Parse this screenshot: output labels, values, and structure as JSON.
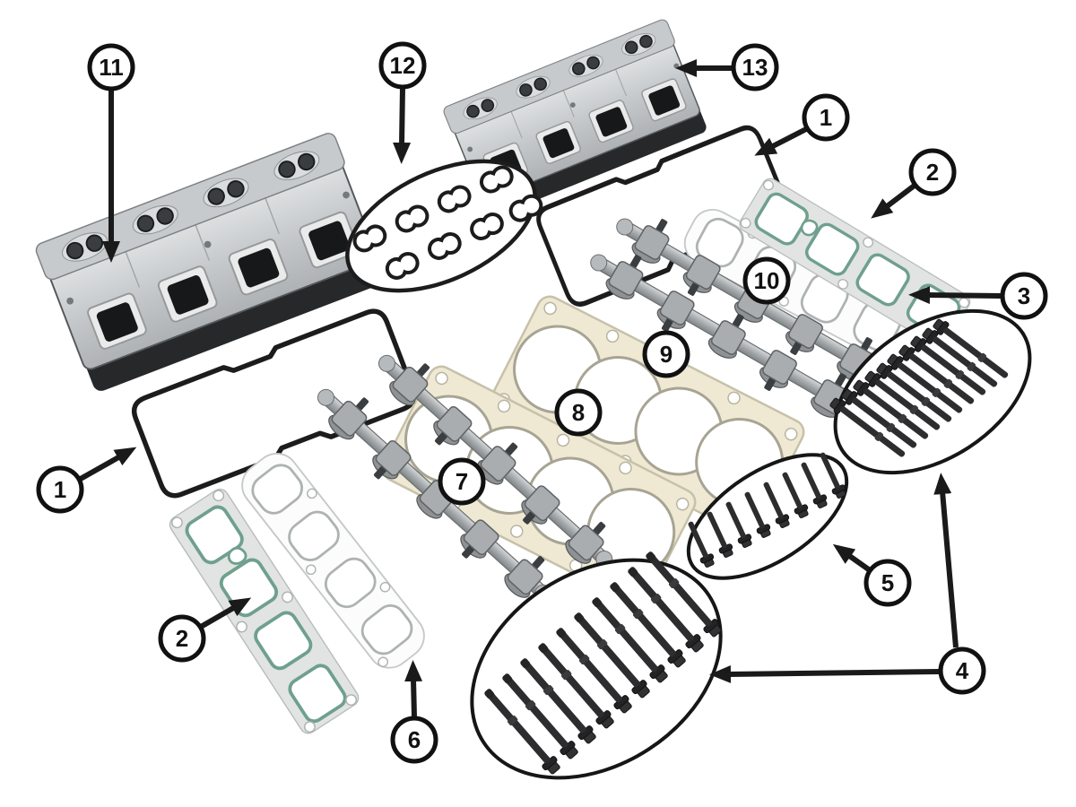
{
  "diagram": {
    "figure_type": "exploded-parts-diagram",
    "subject": "Engine cylinder heads with head gasket, manifold gaskets, rocker shafts and bolt sets",
    "background_color": "#ffffff",
    "line_color": "#1a1a1a",
    "colors": {
      "metal_light": "#e3e5e6",
      "metal_dark": "#aeb2b4",
      "port_dark": "#17181a",
      "intake_seal_green": "#6fa08d",
      "head_gasket_cream": "#efe9d4",
      "manifold_gasket_gray": "#e1e4e3",
      "exhaust_gasket_white": "#fcfcfc",
      "bolt_black": "#2d2d2f",
      "callout_stroke": "#111111"
    },
    "callouts": {
      "c1a": {
        "number": "1",
        "part": "valve-cover-gasket-right"
      },
      "c1b": {
        "number": "1",
        "part": "valve-cover-gasket-left"
      },
      "c2a": {
        "number": "2",
        "part": "intake-manifold-gasket-right"
      },
      "c2b": {
        "number": "2",
        "part": "intake-manifold-gasket-left"
      },
      "c3": {
        "number": "3",
        "part": "exhaust-manifold-gasket-right"
      },
      "c4": {
        "number": "4",
        "part": "cylinder-head-bolt-sets"
      },
      "c5": {
        "number": "5",
        "part": "short-bolt-set"
      },
      "c6": {
        "number": "6",
        "part": "exhaust-manifold-gasket-left"
      },
      "c7": {
        "number": "7",
        "part": "rocker-shaft-assemblies-left"
      },
      "c8": {
        "number": "8",
        "part": "head-gasket-left"
      },
      "c9": {
        "number": "9",
        "part": "head-gasket-right"
      },
      "c10": {
        "number": "10",
        "part": "rocker-shaft-assemblies-right"
      },
      "c11": {
        "number": "11",
        "part": "cylinder-head-left"
      },
      "c12": {
        "number": "12",
        "part": "seal-ring-set"
      },
      "c13": {
        "number": "13",
        "part": "cylinder-head-right"
      }
    },
    "counts": {
      "cylinder_heads": 2,
      "valve_cover_gaskets": 2,
      "intake_manifold_gaskets": 2,
      "exhaust_manifold_gaskets": 2,
      "head_gaskets": 2,
      "head_gasket_bores_each": 4,
      "manifold_ports_per_gasket": 4,
      "rocker_shafts_per_bank": 2,
      "long_bolts_per_set": 10,
      "long_bolt_sets": 2,
      "short_bolts": 8,
      "seal_rings_in_ellipse": 8
    }
  }
}
